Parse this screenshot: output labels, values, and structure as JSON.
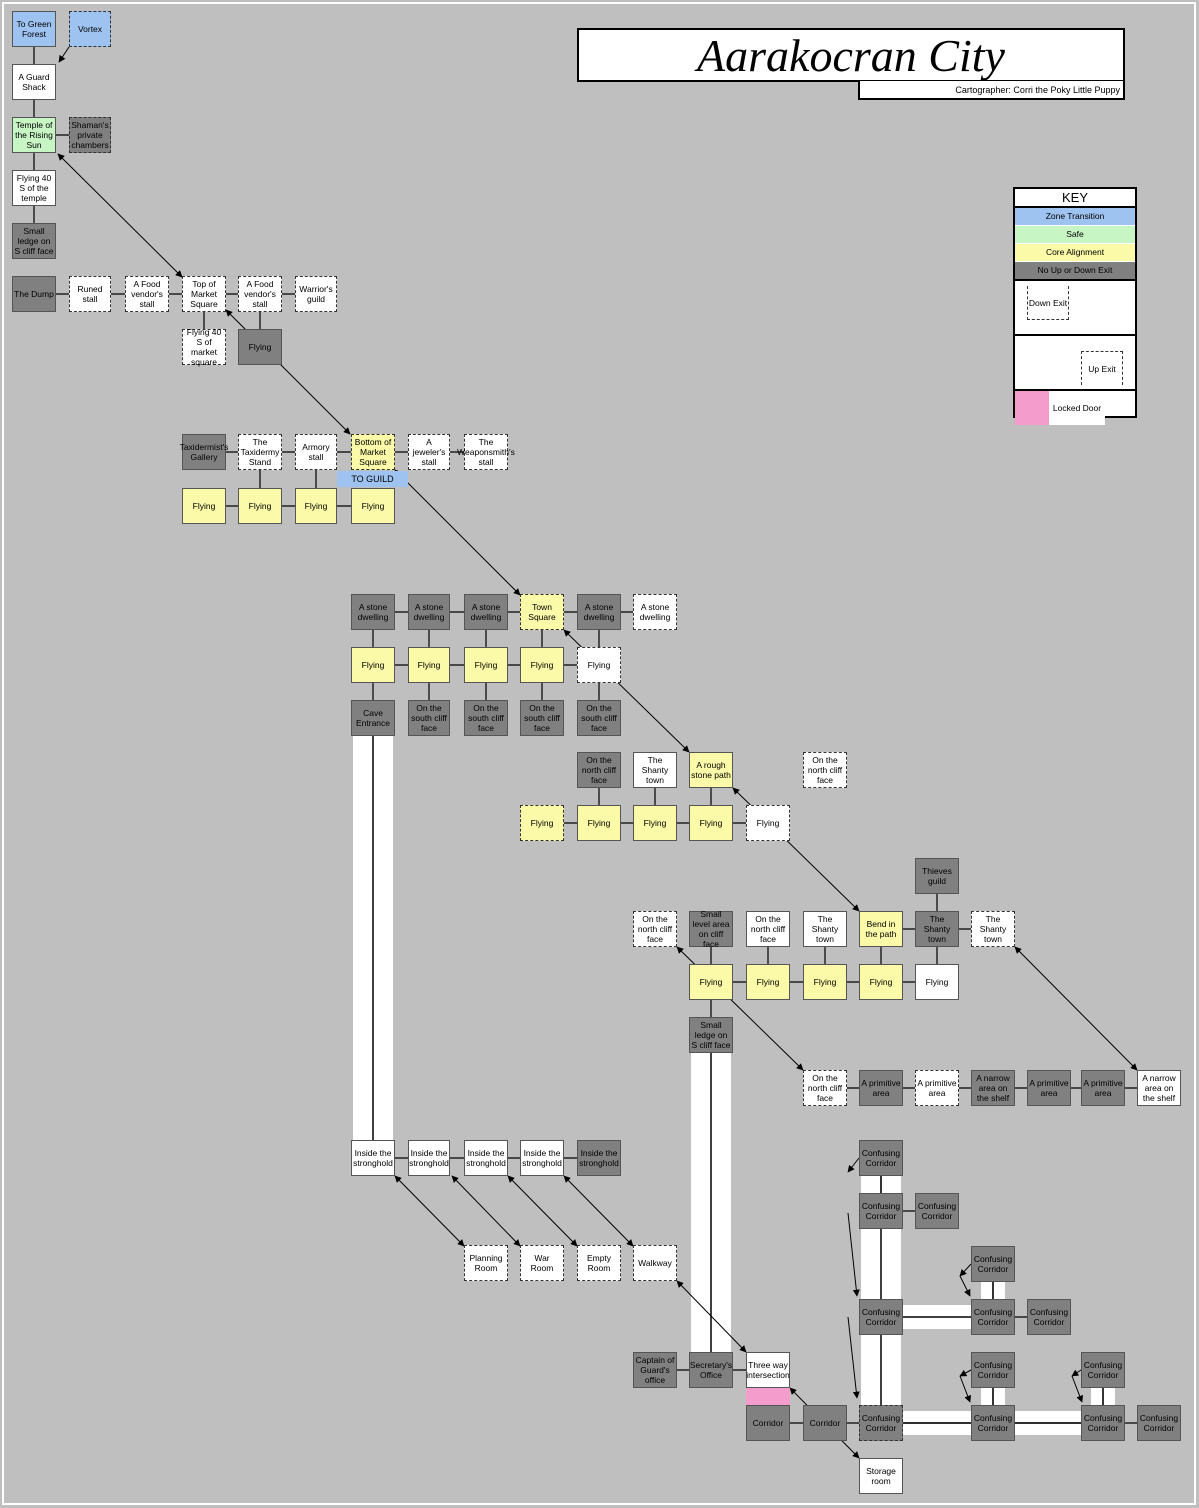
{
  "title": "Aarakocran City",
  "cartographer": "Cartographer: Corri the Poky Little Puppy",
  "colors": {
    "zone": "#9ec3f0",
    "safe": "#c8f5c4",
    "core": "#fafaa8",
    "no_up_down": "#808080",
    "locked": "#f49ccb",
    "background": "#bfbfbf"
  },
  "key": {
    "title": "KEY",
    "zone": "Zone Transition",
    "safe": "Safe",
    "core": "Core Alignment",
    "noud": "No Up or Down Exit",
    "down": "Down Exit",
    "up": "Up Exit",
    "locked": "Locked Door"
  },
  "rooms": [
    {
      "id": "green",
      "t": "To Green Forest",
      "k": "zone"
    },
    {
      "id": "vortex",
      "t": "Vortex",
      "k": "zone down"
    },
    {
      "id": "guard",
      "t": "A Guard Shack",
      "k": ""
    },
    {
      "id": "temple",
      "t": "Temple of the Rising Sun",
      "k": "safe"
    },
    {
      "id": "shaman",
      "t": "Shaman's private chambers",
      "k": "noud down"
    },
    {
      "id": "fly40t",
      "t": "Flying 40 S of the temple",
      "k": ""
    },
    {
      "id": "ledge1",
      "t": "Small ledge on S cliff face",
      "k": "noud"
    },
    {
      "id": "dump",
      "t": "The Dump",
      "k": "noud"
    },
    {
      "id": "runed",
      "t": "Runed stall",
      "k": "down"
    },
    {
      "id": "food1",
      "t": "A Food vendor's stall",
      "k": "down"
    },
    {
      "id": "topms",
      "t": "Top of Market Square",
      "k": "down"
    },
    {
      "id": "food2",
      "t": "A Food vendor's stall",
      "k": "down"
    },
    {
      "id": "warrior",
      "t": "Warrior's guild",
      "k": "down"
    },
    {
      "id": "fly40m",
      "t": "Flying 40 S of market square",
      "k": "down"
    },
    {
      "id": "flyg",
      "t": "Flying",
      "k": "noud"
    },
    {
      "id": "taxi",
      "t": "Taxidermist's Gallery",
      "k": "noud"
    },
    {
      "id": "taxis",
      "t": "The Taxidermy Stand",
      "k": "down"
    },
    {
      "id": "armory",
      "t": "Armory stall",
      "k": "down"
    },
    {
      "id": "botms",
      "t": "Bottom of Market Square",
      "k": "core down"
    },
    {
      "id": "jewel",
      "t": "A jeweler's stall",
      "k": "down"
    },
    {
      "id": "weap",
      "t": "The Weaponsmith's stall",
      "k": "down"
    },
    {
      "id": "guild",
      "t": "TO GUILD",
      "k": "label"
    },
    {
      "id": "f1",
      "t": "Flying",
      "k": "core"
    },
    {
      "id": "f2",
      "t": "Flying",
      "k": "core"
    },
    {
      "id": "f3",
      "t": "Flying",
      "k": "core"
    },
    {
      "id": "f4",
      "t": "Flying",
      "k": "core"
    },
    {
      "id": "sd1",
      "t": "A stone dwelling",
      "k": "noud"
    },
    {
      "id": "sd2",
      "t": "A stone dwelling",
      "k": "noud"
    },
    {
      "id": "sd3",
      "t": "A stone dwelling",
      "k": "noud"
    },
    {
      "id": "town",
      "t": "Town Square",
      "k": "core down"
    },
    {
      "id": "sd4",
      "t": "A stone dwelling",
      "k": "noud"
    },
    {
      "id": "sd5",
      "t": "A stone dwelling",
      "k": "down"
    },
    {
      "id": "f5",
      "t": "Flying",
      "k": "core"
    },
    {
      "id": "f6",
      "t": "Flying",
      "k": "core"
    },
    {
      "id": "f7",
      "t": "Flying",
      "k": "core"
    },
    {
      "id": "f8",
      "t": "Flying",
      "k": "core"
    },
    {
      "id": "f9",
      "t": "Flying",
      "k": "down"
    },
    {
      "id": "cave",
      "t": "Cave Entrance",
      "k": "noud"
    },
    {
      "id": "sc1",
      "t": "On the south cliff face",
      "k": "noud"
    },
    {
      "id": "sc2",
      "t": "On the south cliff face",
      "k": "noud"
    },
    {
      "id": "sc3",
      "t": "On the south cliff face",
      "k": "noud"
    },
    {
      "id": "sc4",
      "t": "On the south cliff face",
      "k": "noud"
    },
    {
      "id": "nc1",
      "t": "On the north cliff face",
      "k": "noud"
    },
    {
      "id": "st1",
      "t": "The Shanty town",
      "k": ""
    },
    {
      "id": "rough",
      "t": "A rough stone path",
      "k": "core"
    },
    {
      "id": "nc2",
      "t": "On the north cliff face",
      "k": "down"
    },
    {
      "id": "f10",
      "t": "Flying",
      "k": "core down"
    },
    {
      "id": "f11",
      "t": "Flying",
      "k": "core"
    },
    {
      "id": "f12",
      "t": "Flying",
      "k": "core"
    },
    {
      "id": "f13",
      "t": "Flying",
      "k": "core"
    },
    {
      "id": "f14",
      "t": "Flying",
      "k": "down"
    },
    {
      "id": "thieves",
      "t": "Thieves guild",
      "k": "noud"
    },
    {
      "id": "nc3",
      "t": "On the north cliff face",
      "k": "down"
    },
    {
      "id": "slevel",
      "t": "Small level area on cliff face",
      "k": "noud"
    },
    {
      "id": "nc4",
      "t": "On the north cliff face",
      "k": ""
    },
    {
      "id": "st2",
      "t": "The Shanty town",
      "k": ""
    },
    {
      "id": "bend",
      "t": "Bend in the path",
      "k": "core"
    },
    {
      "id": "st3",
      "t": "The Shanty town",
      "k": "noud"
    },
    {
      "id": "st4",
      "t": "The Shanty town",
      "k": "down"
    },
    {
      "id": "f15",
      "t": "Flying",
      "k": "core"
    },
    {
      "id": "f16",
      "t": "Flying",
      "k": "core"
    },
    {
      "id": "f17",
      "t": "Flying",
      "k": "core"
    },
    {
      "id": "f18",
      "t": "Flying",
      "k": "core"
    },
    {
      "id": "f19",
      "t": "Flying",
      "k": ""
    },
    {
      "id": "ledge2",
      "t": "Small ledge on S cliff face",
      "k": "noud"
    },
    {
      "id": "nc5",
      "t": "On the north cliff face",
      "k": "down"
    },
    {
      "id": "pa1",
      "t": "A primitive area",
      "k": "noud"
    },
    {
      "id": "pa2",
      "t": "A primitive area",
      "k": "down"
    },
    {
      "id": "na1",
      "t": "A narrow area on the shelf",
      "k": "noud"
    },
    {
      "id": "pa3",
      "t": "A primitive area",
      "k": "noud"
    },
    {
      "id": "pa4",
      "t": "A primitive area",
      "k": "noud"
    },
    {
      "id": "na2",
      "t": "A narrow area on the shelf",
      "k": ""
    },
    {
      "id": "is1",
      "t": "Inside the stronghold",
      "k": ""
    },
    {
      "id": "is2",
      "t": "Inside the stronghold",
      "k": ""
    },
    {
      "id": "is3",
      "t": "Inside the stronghold",
      "k": ""
    },
    {
      "id": "is4",
      "t": "Inside the stronghold",
      "k": ""
    },
    {
      "id": "is5",
      "t": "Inside the stronghold",
      "k": "noud"
    },
    {
      "id": "plan",
      "t": "Planning Room",
      "k": "down"
    },
    {
      "id": "war",
      "t": "War Room",
      "k": "down"
    },
    {
      "id": "empty",
      "t": "Empty Room",
      "k": "down"
    },
    {
      "id": "walk",
      "t": "Walkway",
      "k": "down"
    },
    {
      "id": "cc1",
      "t": "Confusing Corridor",
      "k": "noud"
    },
    {
      "id": "cc2",
      "t": "Confusing Corridor",
      "k": "noud"
    },
    {
      "id": "cc3",
      "t": "Confusing Corridor",
      "k": "noud"
    },
    {
      "id": "cc4",
      "t": "Confusing Corridor",
      "k": "noud"
    },
    {
      "id": "cc5",
      "t": "Confusing Corridor",
      "k": "noud"
    },
    {
      "id": "cc6",
      "t": "Confusing Corridor",
      "k": "noud"
    },
    {
      "id": "cc7",
      "t": "Confusing Corridor",
      "k": "noud"
    },
    {
      "id": "cc8",
      "t": "Confusing Corridor",
      "k": "noud"
    },
    {
      "id": "cc9",
      "t": "Confusing Corridor",
      "k": "noud"
    },
    {
      "id": "cc10",
      "t": "Confusing Corridor",
      "k": "noud down"
    },
    {
      "id": "cc11",
      "t": "Confusing Corridor",
      "k": "noud"
    },
    {
      "id": "cc12",
      "t": "Confusing Corridor",
      "k": "noud"
    },
    {
      "id": "cc13",
      "t": "Confusing Corridor",
      "k": "noud"
    },
    {
      "id": "captain",
      "t": "Captain of Guard's office",
      "k": "noud"
    },
    {
      "id": "secret",
      "t": "Secretary's Office",
      "k": "noud"
    },
    {
      "id": "three",
      "t": "Three way intersection",
      "k": ""
    },
    {
      "id": "lock",
      "t": "",
      "k": "locked"
    },
    {
      "id": "corr1",
      "t": "Corridor",
      "k": "noud"
    },
    {
      "id": "corr2",
      "t": "Corridor",
      "k": "noud"
    },
    {
      "id": "storage",
      "t": "Storage room",
      "k": ""
    }
  ]
}
